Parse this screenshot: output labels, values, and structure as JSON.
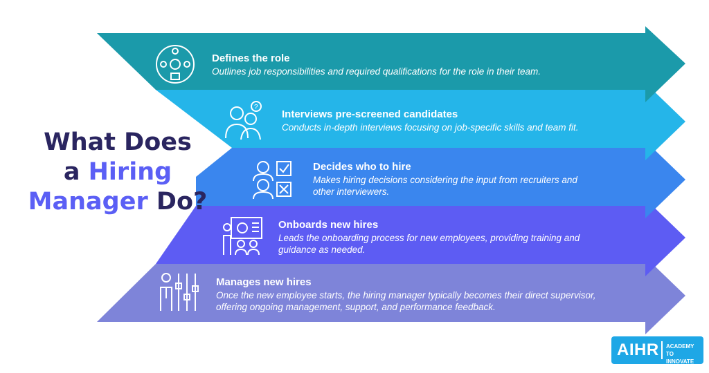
{
  "title": {
    "line1": "What Does",
    "line2_pre": "a ",
    "line2_accent": "Hiring",
    "line3_accent": "Manager",
    "line3_post": " Do?"
  },
  "colors": {
    "title": "#2a2560",
    "accent": "#5b5ff5",
    "bands": [
      "#1b9aaa",
      "#25b5e9",
      "#3a86ee",
      "#5d5cf3",
      "#7e84d9"
    ]
  },
  "steps": [
    {
      "title": "Defines the role",
      "desc_lines": [
        "Outlines job responsibilities and required qualifications for the role in their team."
      ],
      "icon": "target-people-icon"
    },
    {
      "title": "Interviews pre-screened candidates",
      "desc_lines": [
        "Conducts in-depth interviews focusing on job-specific skills and team fit."
      ],
      "icon": "interview-icon"
    },
    {
      "title": "Decides who to hire",
      "desc_lines": [
        "Makes hiring decisions considering the input from recruiters and",
        "other interviewers."
      ],
      "icon": "decision-checklist-icon"
    },
    {
      "title": "Onboards new hires",
      "desc_lines": [
        "Leads the onboarding process for new employees, providing training and",
        "guidance as needed."
      ],
      "icon": "presentation-icon"
    },
    {
      "title": "Manages new hires",
      "desc_lines": [
        "Once the new employee starts, the hiring manager typically becomes their direct supervisor,",
        "offering ongoing management, support, and performance feedback."
      ],
      "icon": "manager-controls-icon"
    }
  ],
  "logo": {
    "brand": "AIHR",
    "tagline_1": "ACADEMY TO",
    "tagline_2": "INNOVATE HR"
  }
}
